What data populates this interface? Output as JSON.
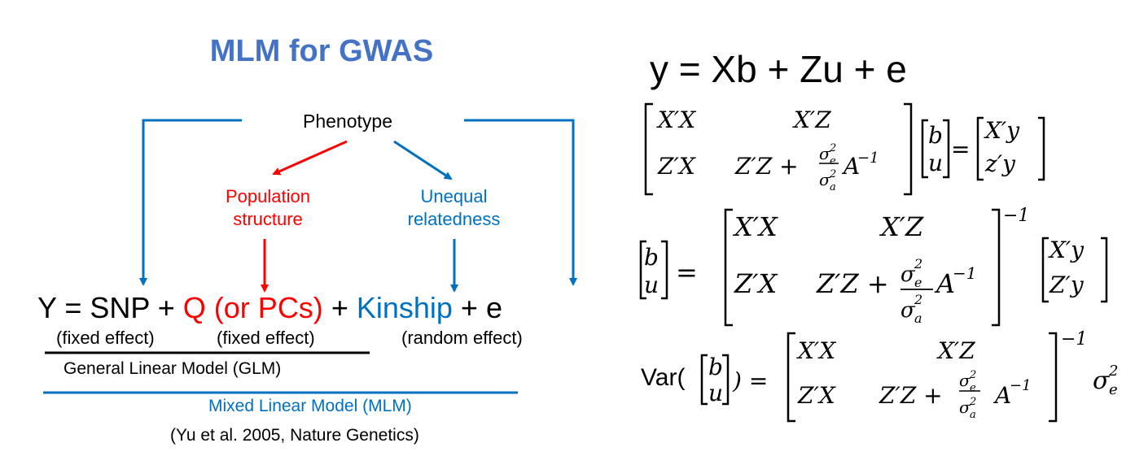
{
  "diagram": {
    "title": "MLM for GWAS",
    "phenotype": "Phenotype",
    "population_structure": [
      "Population",
      "structure"
    ],
    "unequal_relatedness": [
      "Unequal",
      "relatedness"
    ],
    "equation": {
      "y": "Y = SNP + ",
      "q": "Q (or PCs)",
      "plus": " + ",
      "kinship": "Kinship",
      "e": " + e"
    },
    "fixed_effect_1": "(fixed effect)",
    "fixed_effect_2": "(fixed effect)",
    "random_effect": "(random effect)",
    "glm": "General Linear Model (GLM)",
    "mlm": "Mixed Linear Model (MLM)",
    "citation": "(Yu et al. 2005, Nature Genetics)"
  },
  "equations": {
    "main": "y = Xb + Zu + e",
    "var_label": "Var("
  },
  "colors": {
    "title": "#4472C4",
    "red": "#FF0000",
    "blue": "#0070C0",
    "black": "#000000"
  }
}
